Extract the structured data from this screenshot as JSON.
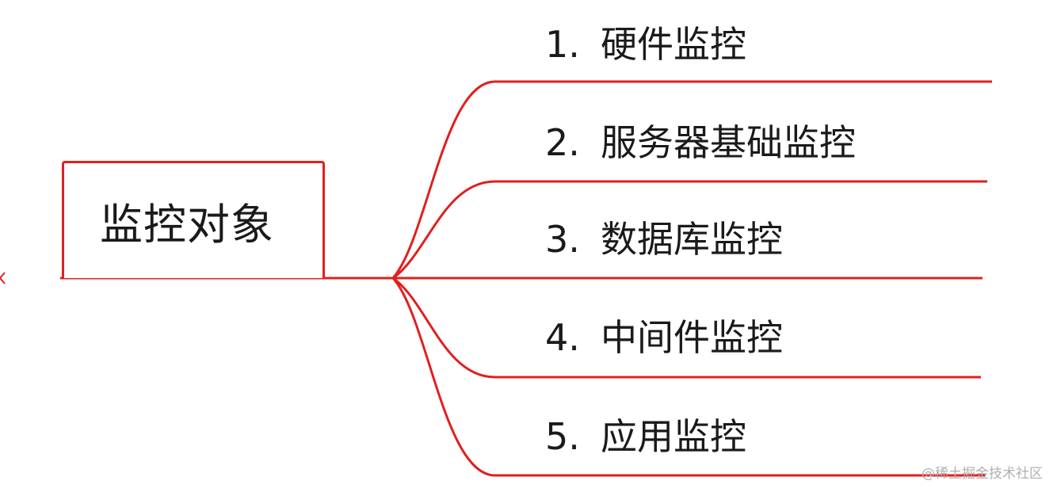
{
  "root": {
    "label": "监控对象"
  },
  "branches": [
    {
      "number": "1.",
      "label": "硬件监控"
    },
    {
      "number": "2.",
      "label": "服务器基础监控"
    },
    {
      "number": "3.",
      "label": "数据库监控"
    },
    {
      "number": "4.",
      "label": "中间件监控"
    },
    {
      "number": "5.",
      "label": "应用监控"
    }
  ],
  "watermark": {
    "text": "@稀土掘金技术社区"
  },
  "colors": {
    "line": "#e02020",
    "text": "#1a1a1a",
    "watermark": "#b0b0b0",
    "background": "#ffffff"
  }
}
